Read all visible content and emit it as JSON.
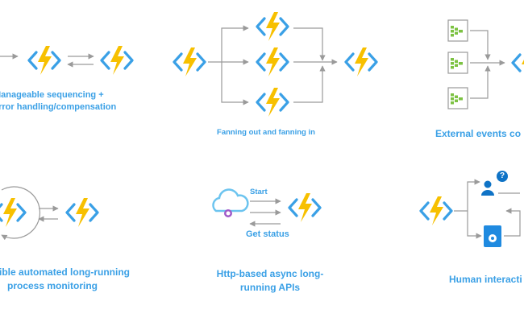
{
  "panels": {
    "chaining": {
      "caption_line1": "Manageable sequencing +",
      "caption_line2": "error handling/compensation"
    },
    "fan_out_in": {
      "caption": "Fanning out and fanning in"
    },
    "external_events": {
      "caption": "External events co"
    },
    "monitoring": {
      "caption_line1": "Flexible automated long-running",
      "caption_line2": "process monitoring"
    },
    "async_http": {
      "start_label": "Start",
      "get_status_label": "Get status",
      "caption_line1": "Http-based async long-",
      "caption_line2": "running APIs"
    },
    "human_interaction": {
      "caption": "Human interacti",
      "question_mark": "?"
    }
  },
  "colors": {
    "function_yellow": "#f7c000",
    "function_bracket": "#3aa0e6",
    "caption_blue": "#3aa0e6",
    "arrow_gray": "#9a9a9a",
    "queue_green": "#7cc242",
    "cloud_blue": "#6cc4ef",
    "person_blue": "#0f73c6"
  },
  "icons": {
    "function": "azure-function-icon",
    "queue": "storage-queue-icon",
    "cloud": "cloud-icon",
    "person": "person-icon",
    "document": "document-icon"
  }
}
